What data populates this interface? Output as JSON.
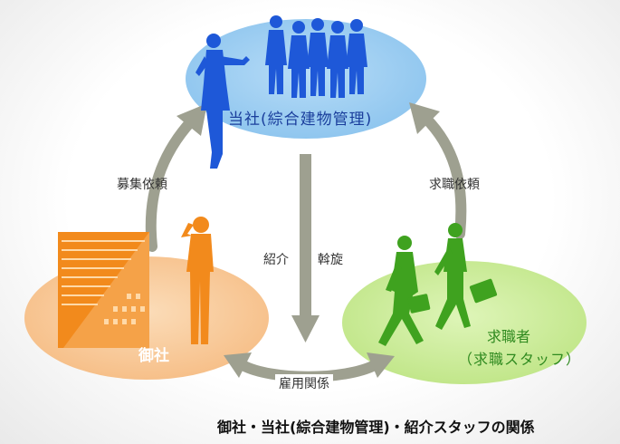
{
  "diagram": {
    "center_party": {
      "name": "当社(綜合建物管理)"
    },
    "client_party": {
      "name": "御社"
    },
    "seeker_party": {
      "name": "求職者",
      "note": "（求職スタッフ）"
    },
    "arrows": {
      "left": "募集依頼",
      "right": "求職依頼",
      "center_left": "紹介",
      "center_right": "斡旋",
      "bottom": "雇用関係"
    },
    "caption": "御社・当社(綜合建物管理)・紹介スタッフの関係"
  },
  "colors": {
    "center_ellipse": "#8cc4ee",
    "client_ellipse": "#f8c795",
    "seeker_ellipse": "#c6e98e",
    "arrow": "#9ea090",
    "blue_figures": "#1e58d8",
    "orange_figures": "#f28a1c",
    "green_figures": "#3fa21f"
  }
}
